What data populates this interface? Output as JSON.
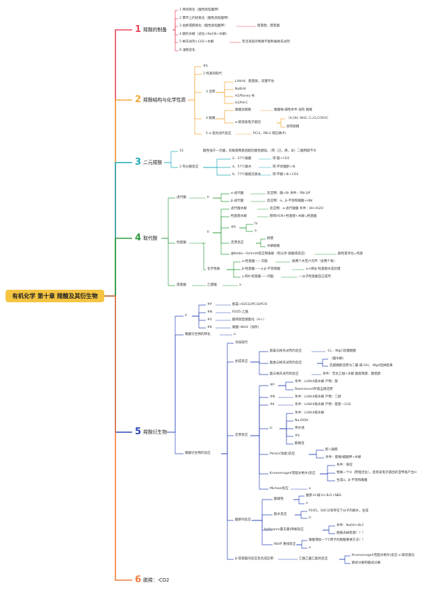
{
  "root": {
    "title": "有机化学 第十章 羧酸及其衍生物",
    "color": "#f5c542"
  },
  "sections": [
    {
      "number": "1",
      "label": "羧酸的制备",
      "color": "#e8445a"
    },
    {
      "number": "2",
      "label": "羧酸结构与化学性质",
      "color": "#f2a93b"
    },
    {
      "number": "3",
      "label": "二元羧酸",
      "color": "#1eaab8"
    },
    {
      "number": "4",
      "label": "取代酸",
      "color": "#2e9d3e"
    },
    {
      "number": "5",
      "label": "羧酸衍生物",
      "color": "#2b45b8"
    },
    {
      "number": "6",
      "label": "脱羧：-CO2",
      "color": "#ef7d3c"
    }
  ],
  "s1": [
    "1 烯烃氧化（酸性高锰酸钾）",
    "2 苯环上的烃氧化（酸性高锰酸钾）",
    "3 伯醇或醛氧化（酸性高锰酸钾）",
    "醛变醇，醛变酸",
    "4 腈的水解（卤化+NaCN+水解）",
    "5 格氏试剂+CO2+水解",
    "有活泼氢的物质不能制备格氏试剂",
    "6 油脂皂化"
  ],
  "s2": [
    "#S",
    "2 羟基的取代",
    "3 还原",
    "LiAlH4：醛变醇，双键不动",
    "NaBH4",
    "H2/Raney Ni",
    "H2/Pd-C",
    "4 脱羧",
    "羧酸盐脱羧",
    "羧酸钠 碱性条件 加热 脱羧",
    "α-碳连吸电子基团",
    "（X,OH, NH2, C=O,COOH）",
    "加热脱羧",
    "5 α-氢的卤代反应",
    "PCl3，PBr3 或红磷(P)"
  ],
  "s3": [
    "1S",
    "酸性强于一元酸，双羧基两基团越近酸性越强，（丙（己，庚，辛）二酸例题不大",
    "2 热分解反应",
    "2、3个C羧酸",
    "得 酸+CO2",
    "4、5个C羧水",
    "得 环状酸酐+水",
    "6、7个C羧脱又脱水",
    "得 环酮+水+CO2"
  ],
  "s4": [
    "卤代酸",
    "II",
    "α-卤代酸",
    "反应物：酸+Br 条件：PBr3/P",
    "β-卤代酸",
    "反应物：α，β-不饱和羧酸+HBr",
    "羟基酸",
    "II",
    "卤代酸水解",
    "反应物：α-卤代羧酸 条件：OH-/H2O",
    "羟基醛水解",
    "醛和HCN+羟基醛+水解=羟基酸",
    "#R",
    "IV",
    "a",
    "还原反应",
    "醇醛",
    "水解脱羧",
    "由Kolbe—Schmitt反应制备酚（羟分步-酚酸或反应）",
    "酚羟基邻位=羟基",
    "化学性质",
    "α-羟基酸——交酯",
    "脱两个水至六元环（含两个氧）",
    "β-羟基酸——α,β-不饱和酸",
    "α-H和β-羟基脱水成双键",
    "γ-和δ-羟基酸——内酯",
    "一分子羟基酸自己成环",
    "羰基酸",
    "乙醛酸",
    "a"
  ],
  "s5": [
    "II",
    "#P",
    "酰氯+SOCl2/PCl3/PCl5",
    "#N",
    "P2O5-乙酰",
    "#S",
    "酸和醇直接酯化（H+）",
    "#K",
    "羧酸+NH3（加热）",
    "羧酸衍生物的转化",
    "a",
    "羧酸衍生物的反应",
    "亲核取代",
    "加成反应",
    "酰氯与格氏试剂的反应",
    "-Cl，-MgCl双键酮醛",
    "酯类与格氏试剂的反应",
    "（酸水解）",
    "先醛酮酐还原为二酮 再-OH，-MgX后拼起来",
    "酯与格氏试剂的反应",
    "条件：无水乙醚+水解 酯能和醛、酮变醇",
    "还原反应",
    "#P",
    "条件：LiAlH4再水解 产物：醇",
    "Rosenmund罗森孟德还原",
    "#N",
    "条件：LiAlH4再水解 产物：二醇",
    "#K",
    "条件：LiAlH4再水解 产物：醛变—CH2",
    "Ic",
    "条件：LiAlH4再水解",
    "Na,EtOH",
    "伟尔逊",
    "#S",
    "酯缩合",
    "Perkin(珀金)反应",
    "酐+酚醛",
    "条件：醛羧/碱酸钾+水解",
    "Knoevenagel(克脑文格尔)反应",
    "条件：哌啶",
    "物质一个H（原理活化），连有吸电子基团的亚甲基产生H",
    "生成α，β-不饱和羧酸",
    "Michael反应",
    "a",
    "酸酐的反应",
    "酸碱性",
    "酸酐-H-碱-H+Br2+NBS",
    "a",
    "酯水反应",
    "P2O5，SOCl2等存在下分子内脱水，生成",
    "Ic",
    "Hofmann(霍夫曼)降解反应",
    "条件：NaOH+Br2",
    "脱胺去掉羰基！！！",
    "Wolff 重排反应",
    "羧酸增加一个C原子的脱酸重要方法！！",
    "a",
    "β-羰基酯的反应及合成应用",
    "乙酰乙酸乙酯的反应",
    "Knoevenagel(克脑文格尔)反应 α-碳烷基化",
    "酮式分解和酸式分解"
  ]
}
